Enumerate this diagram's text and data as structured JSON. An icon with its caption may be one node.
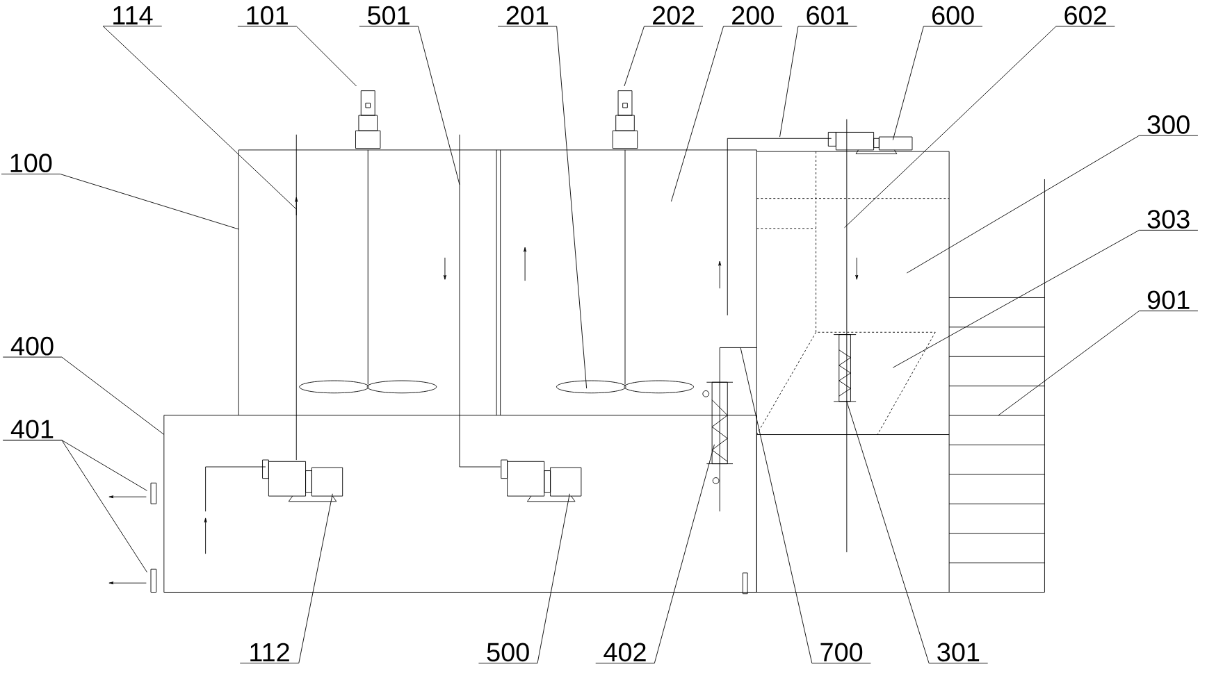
{
  "diagram": {
    "nodes": [
      {
        "text": [
          "114"
        ]
      },
      {
        "text": [
          "101"
        ]
      },
      {
        "text": [
          "501"
        ]
      },
      {
        "text": [
          "201"
        ]
      },
      {
        "text": [
          "202"
        ]
      },
      {
        "text": [
          "200"
        ]
      },
      {
        "text": [
          "601"
        ]
      },
      {
        "text": [
          "600"
        ]
      },
      {
        "text": [
          "602"
        ]
      },
      {
        "text": [
          "100"
        ]
      },
      {
        "text": [
          "300"
        ]
      },
      {
        "text": [
          "303"
        ]
      },
      {
        "text": [
          "400"
        ]
      },
      {
        "text": [
          "901"
        ]
      },
      {
        "text": [
          "401"
        ]
      },
      {
        "text": [
          "112"
        ]
      },
      {
        "text": [
          "500"
        ]
      },
      {
        "text": [
          "402"
        ]
      },
      {
        "text": [
          "700"
        ]
      },
      {
        "text": [
          "301"
        ]
      }
    ],
    "edges": [
      {
        "from": 0,
        "to": null,
        "arrow": "none"
      },
      {
        "from": 1,
        "to": null,
        "arrow": "none"
      },
      {
        "from": 2,
        "to": null,
        "arrow": "none"
      },
      {
        "from": 3,
        "to": null,
        "arrow": "none"
      },
      {
        "from": 4,
        "to": null,
        "arrow": "none"
      },
      {
        "from": 5,
        "to": null,
        "arrow": "none"
      },
      {
        "from": 6,
        "to": null,
        "arrow": "none"
      },
      {
        "from": 7,
        "to": null,
        "arrow": "none"
      },
      {
        "from": 8,
        "to": null,
        "arrow": "none"
      },
      {
        "from": 9,
        "to": null,
        "arrow": "none"
      },
      {
        "from": 10,
        "to": null,
        "arrow": "none"
      },
      {
        "from": 11,
        "to": null,
        "arrow": "none"
      },
      {
        "from": 12,
        "to": null,
        "arrow": "none"
      },
      {
        "from": 13,
        "to": null,
        "arrow": "none"
      },
      {
        "from": 14,
        "to": null,
        "arrow": "none"
      },
      {
        "from": 14,
        "to": null,
        "arrow": "none"
      },
      {
        "from": 15,
        "to": null,
        "arrow": "none"
      },
      {
        "from": 16,
        "to": null,
        "arrow": "none"
      },
      {
        "from": 17,
        "to": null,
        "arrow": "none"
      },
      {
        "from": 18,
        "to": null,
        "arrow": "none"
      },
      {
        "from": 19,
        "to": null,
        "arrow": "none"
      }
    ]
  }
}
